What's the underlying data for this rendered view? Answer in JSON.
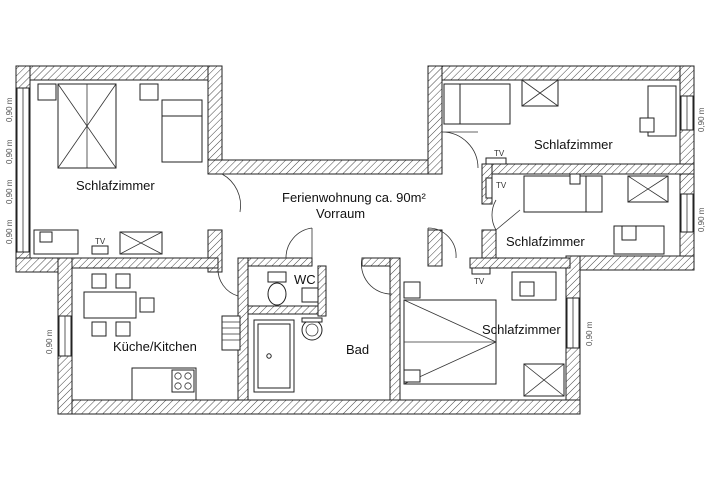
{
  "plan": {
    "title": "Ferienwohnung ca. 90m²",
    "hall": "Vorraum",
    "rooms": {
      "bedroom_nw": "Schlafzimmer",
      "bedroom_ne": "Schlafzimmer",
      "bedroom_e": "Schlafzimmer",
      "bedroom_se": "Schlafzimmer",
      "kitchen": "Küche/Kitchen",
      "wc": "WC",
      "bath": "Bad"
    },
    "tv_label": "TV",
    "window_dim": "0,90 m"
  },
  "colors": {
    "line": "#222222",
    "background": "#ffffff"
  }
}
